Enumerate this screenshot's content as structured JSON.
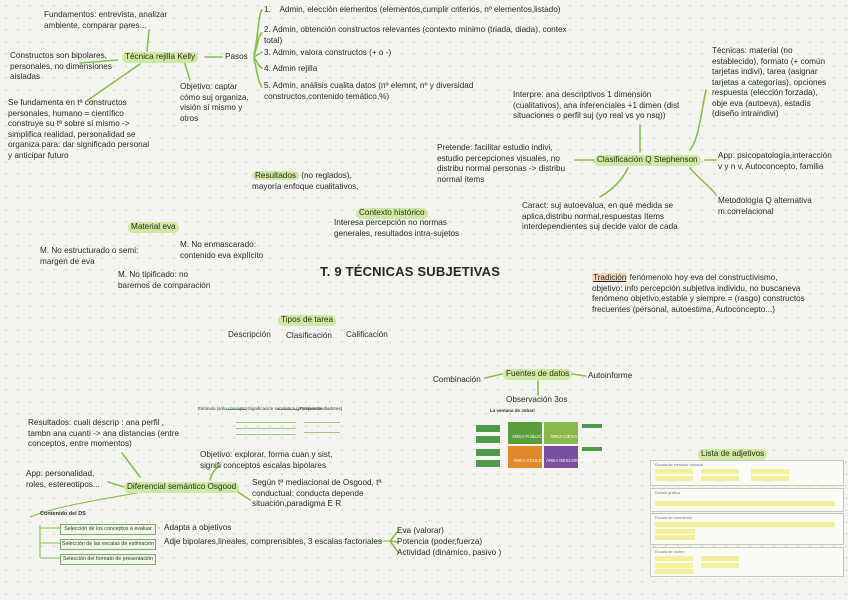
{
  "title": "T. 9 TÉCNICAS SUBJETIVAS",
  "kelly": {
    "node": "Técnica rejilla Kelly",
    "fundamentos": "Fundamentos: entrevista, analizar\nambiente, comparar pares...",
    "constructos": "Constructos son bipolares,\npersonales, no dimensiones\naisladas",
    "fundamenta": "Se fundamenta en tª constructos\npersonales, humano = científico\nconstruye su tª sobre sí mismo ->\nsimplifica realidad, personalidad se\norganiza para: dar significado personal\ny anticipar futuro",
    "objetivo": "Objetivo: captar\ncómo suj organiza,\nvisión sí mismo y\notros",
    "pasos_label": "Pasos",
    "pasos": [
      "1.    Admin, elección elementos (elementos,cumplir criterios, nº elementos,listado)",
      "2. Admin, obtención constructos relevantes (contexto mínimo (triada, diada), contex\ntotal)",
      "3. Admin, valora constructos (+ o -)",
      "4. Admin rejilla",
      "5. Admin, análisis cualita datos (nº elemnt, nº y diversidad\nconstructos,contenido temático,%)"
    ]
  },
  "resultados": {
    "label": "Resultados",
    "text": " (no reglados),\nmayoría enfoque cualitativos,"
  },
  "contexto": {
    "label": "Contexto histórico",
    "text": "Interesa percepción no normas\ngenerales, resultados intra-sujetos"
  },
  "material": {
    "label": "Material eva",
    "items": [
      "M. No estructurado o semi:\nmargen de eva",
      "M. No enmascarado:\ncontenido eva explícito",
      "M. No tipificado: no\nbaremos de comparación"
    ]
  },
  "stephenson": {
    "node": "Clasificación Q Stephenson",
    "interprete": "Interpre: ana descriptivos 1 dimensión\n(cualitativos), ana inferenciales +1 dimen (dist\nsituaciones o perfil suj (yo real vs yo nsq))",
    "tecnicas": "Técnicas: material (no\nestablecido), formato (+ común\ntarjetas indivi), tarea (asignar\ntarjetas a categorías), opciones\nrespuesta (elección forzada),\nobje eva (autoeva), estadís\n(diseño intraindivi)",
    "pretende": "Pretende: facilitar estudio indivi,\nestudio percepciones visuales, no\ndistribu normal personas -> distribu\nnormal ítems",
    "app": "App: psicopatología,interacción\nv y n v, Autoconcepto, familia",
    "caract": "Caract: suj autoevalua, en qué medida se\naplica,distribu normal,respuestas ítems\ninterdependientes suj decide valor de cada",
    "metodologia": "Metodología Q alternativa\nm.correlacional"
  },
  "tradicion": {
    "label": "Tradición",
    "text": " fenómenolo hoy eva del constructivismo,\nobjetivo: info percepción subjetiva individu, no buscaneva\nfenómeno objetivo,estable y siempre = (rasgo) constructos\nfrecuentes (personal, autoestima, Autoconcepto...)"
  },
  "tipos_tarea": {
    "label": "Tipos de tarea",
    "items": [
      "Descripción",
      "Clasificación",
      "Calificación"
    ]
  },
  "fuentes": {
    "label": "Fuentes de datos",
    "items": [
      "Combinación",
      "Autoinforme",
      "Observación 3os"
    ],
    "johari_title": "La ventana de Johari",
    "johari_cells": [
      "ÁREA PÚBLICA",
      "ÁREA CIEGA",
      "ÁREA OCULTA",
      "ÁREA DESCONOCIDA"
    ]
  },
  "osgood": {
    "node": "Diferencial semántico Osgood",
    "resultados": "Resultados: cuali descrip : ana perfil ,\ntambn ana cuanti -> ana distancias (entre\nconceptos, entre momentos)",
    "app": "App: personalidad,\nroles, estereotipos...",
    "objetivo": "Objetivo: explorar, forma cuan y sist,\nsignifi conceptos escalas bipolares",
    "segun": "Según tª mediacional de Osgood, tª\nconductual: conducta depende\nsituación,paradigma E R",
    "adapta": "Adapta a objetivos",
    "adje": "Adje bipolares,lineales, comprensibles, 3 escalas factoriales",
    "factores": [
      "Eva (valorar)",
      "Potencia (poder,fuerza)",
      "Actividad (dinámico, pasivo )"
    ],
    "ds_title": "Contenido del DS",
    "ds_items": [
      "Selección de los conceptos a evaluar",
      "Selección de las escalas de estimación",
      "Selección del formato de presentación"
    ],
    "flow_labels": [
      "Estímulo (sólo concepto)",
      "Significación semántica (procesos mediadores)",
      "Respuesta"
    ]
  },
  "adjetivos": {
    "label": "Lista de adjetivos",
    "cards": [
      "Escala de elección forzada",
      "Escala gráfica",
      "Escala de intensidad",
      "Escala de orden"
    ]
  },
  "colors": {
    "highlight": "#cfe8a2",
    "link": "#7fbf3f",
    "johari": [
      "#5a9e3a",
      "#8ab84a",
      "#e0882a",
      "#7a4fa0"
    ]
  }
}
